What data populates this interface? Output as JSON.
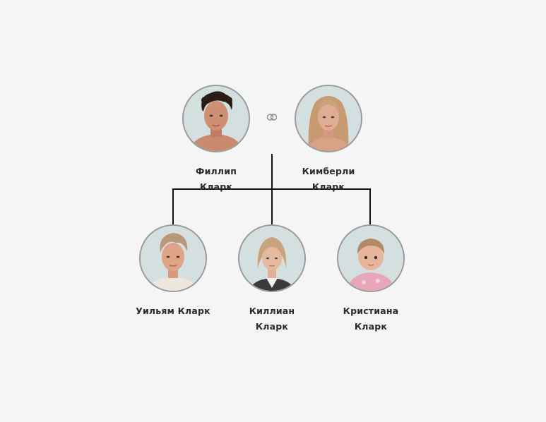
{
  "family": {
    "parents": [
      {
        "id": "phillip",
        "first_name": "Филлип",
        "last_name": "Кларк",
        "icon": "man-portrait-icon"
      },
      {
        "id": "kimberly",
        "first_name": "Кимберли",
        "last_name": "Кларк",
        "icon": "woman-portrait-icon"
      }
    ],
    "marriage_icon": "wedding-rings-icon",
    "children": [
      {
        "id": "william",
        "full_name": "Уильям Кларк",
        "icon": "young-man-portrait-icon"
      },
      {
        "id": "killian",
        "first_name": "Киллиан",
        "last_name": "Кларк",
        "icon": "child-portrait-icon"
      },
      {
        "id": "kristiana",
        "first_name": "Кристиана",
        "last_name": "Кларк",
        "icon": "toddler-portrait-icon"
      }
    ]
  },
  "colors": {
    "background": "#f5f5f5",
    "connector": "#111111",
    "avatar_border": "#9a9a9a",
    "avatar_bg": "#d4e2e2",
    "name_text": "#2b2b2b"
  }
}
